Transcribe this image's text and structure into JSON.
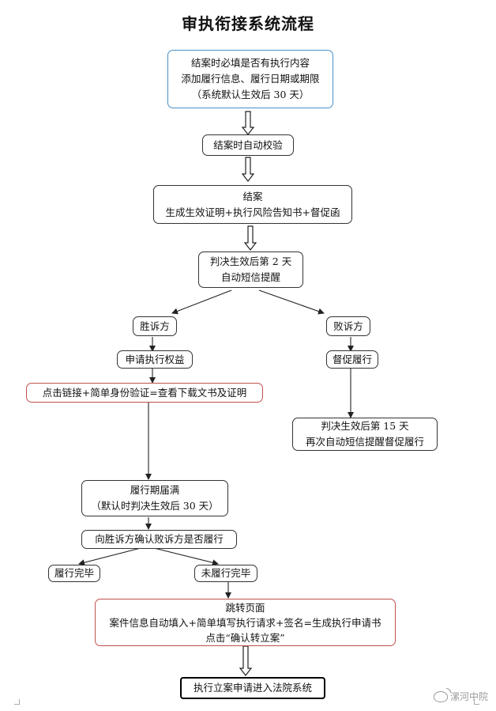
{
  "title": "审执衔接系统流程",
  "nodes": {
    "closing_requirement": {
      "lines": [
        "结案时必填是否有执行内容",
        "添加履行信息、履行日期或期限",
        "（系统默认生效后 30 天）"
      ]
    },
    "auto_check": {
      "lines": [
        "结案时自动校验"
      ]
    },
    "close_case": {
      "lines": [
        "结案",
        "生成生效证明+执行风险告知书+督促函"
      ]
    },
    "sms_day2": {
      "lines": [
        "判决生效后第 2 天",
        "自动短信提醒"
      ]
    },
    "winner": {
      "lines": [
        "胜诉方"
      ]
    },
    "loser": {
      "lines": [
        "败诉方"
      ]
    },
    "apply_rights": {
      "lines": [
        "申请执行权益"
      ]
    },
    "urge_performance": {
      "lines": [
        "督促履行"
      ]
    },
    "link_verify": {
      "lines": [
        "点击链接+简单身份验证=查看下载文书及证明"
      ]
    },
    "sms_day15": {
      "lines": [
        "判决生效后第 15 天",
        "再次自动短信提醒督促履行"
      ]
    },
    "period_expire": {
      "lines": [
        "履行期届满",
        "（默认时判决生效后 30 天）"
      ]
    },
    "confirm_winner": {
      "lines": [
        "向胜诉方确认败诉方是否履行"
      ]
    },
    "done": {
      "lines": [
        "履行完毕"
      ]
    },
    "not_done": {
      "lines": [
        "未履行完毕"
      ]
    },
    "jump_page": {
      "lines": [
        "跳转页面",
        "案件信息自动填入+简单填写执行请求+签名=生成执行申请书",
        "点击“确认转立案”"
      ]
    },
    "enforcement_filing": {
      "lines": [
        "执行立案申请进入法院系统"
      ]
    }
  },
  "watermark": {
    "text": "漯河中院",
    "icon": "weibo-icon"
  },
  "colors": {
    "blue_border": "#4a8fc4",
    "red_border": "#c0504d",
    "line": "#333333"
  }
}
